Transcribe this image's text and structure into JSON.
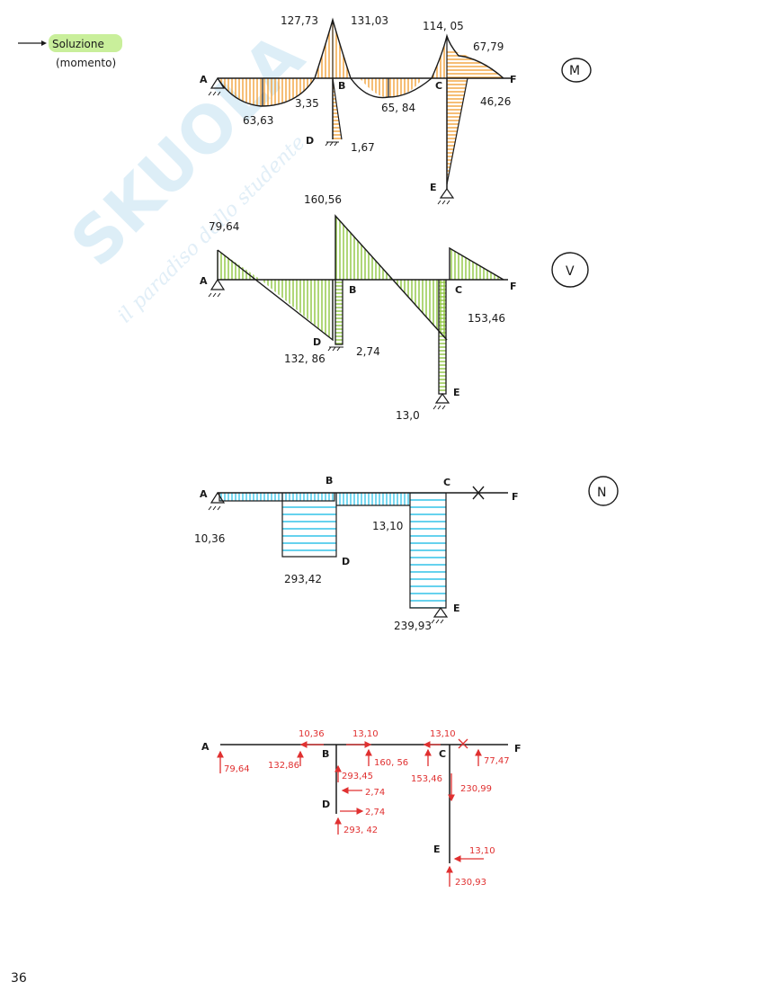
{
  "header": {
    "solution_label": "Soluzione",
    "subtitle": "(momento)"
  },
  "watermark": {
    "brand": "SKUOLA",
    "tagline": "il paradiso dello studente"
  },
  "page_number": "36",
  "node_labels": [
    "A",
    "B",
    "C",
    "D",
    "E",
    "F"
  ],
  "moment": {
    "symbol": "M",
    "values": [
      "127,73",
      "131,03",
      "114, 05",
      "67,79",
      "63,63",
      "3,35",
      "65, 84",
      "46,26",
      "1,67"
    ]
  },
  "shear": {
    "symbol": "V",
    "values": [
      "160,56",
      "79,64",
      "132, 86",
      "2,74",
      "153,46",
      "13,0"
    ]
  },
  "normal": {
    "symbol": "N",
    "values": [
      "10,36",
      "13,10",
      "293,42",
      "239,93"
    ]
  },
  "reactions": {
    "values": [
      "10,36",
      "13,10",
      "13,10",
      "79,64",
      "132,86",
      "160, 56",
      "153,46",
      "77,47",
      "293,45",
      "2,74",
      "230,99",
      "2,74",
      "293, 42",
      "13,10",
      "230,93"
    ]
  },
  "colors": {
    "moment_fill": "#f2a23a",
    "shear_fill": "#8fc63f",
    "normal_fill": "#3fc7ea",
    "reaction_red": "#e03030",
    "highlight": "#c9ef9b"
  }
}
